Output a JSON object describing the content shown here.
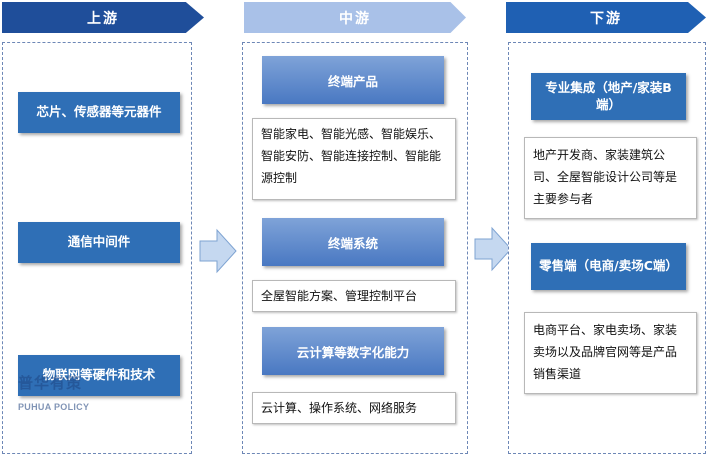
{
  "header": {
    "upstream": "上游",
    "midstream": "中游",
    "downstream": "下游"
  },
  "upstream": {
    "items": [
      "芯片、传感器等元器件",
      "通信中间件",
      "物联网等硬件和技术"
    ]
  },
  "midstream": {
    "sections": [
      {
        "title": "终端产品",
        "content": "智能家电、智能光感、智能娱乐、智能安防、智能连接控制、智能能源控制"
      },
      {
        "title": "终端系统",
        "content": "全屋智能方案、管理控制平台"
      },
      {
        "title": "云计算等数字化能力",
        "content": "云计算、操作系统、网络服务"
      }
    ]
  },
  "downstream": {
    "sections": [
      {
        "title": "专业集成（地产/家装B端）",
        "content": "地产开发商、家装建筑公司、全屋智能设计公司等是主要参与者"
      },
      {
        "title": "零售端（电商/卖场C端）",
        "content": "电商平台、家电卖场、家装卖场以及品牌官网等是产品销售渠道"
      }
    ]
  },
  "watermark": {
    "cn": "普华有策",
    "en": "PUHUA POLICY"
  },
  "colors": {
    "header_dark": "#1f4e9a",
    "header_light": "#a9c1e8",
    "box_blue": "#2f6fb6",
    "arrow_fill": "#c5d8f0"
  },
  "icons": {
    "flow_arrow": "right-arrow-icon"
  }
}
